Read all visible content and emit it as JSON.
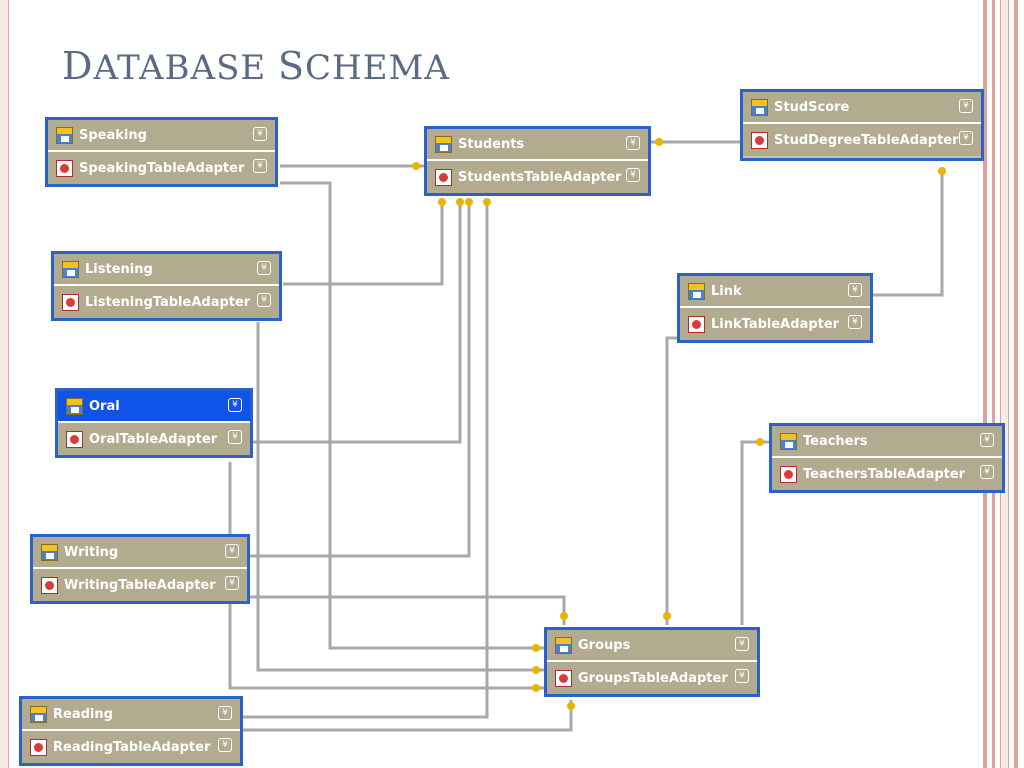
{
  "title": {
    "initial_1": "D",
    "rest_1": "ATABASE ",
    "initial_2": "S",
    "rest_2": "CHEMA"
  },
  "expand_glyph": "¥",
  "tables": [
    {
      "id": "speaking",
      "name": "Speaking",
      "adapter": "SpeakingTableAdapter",
      "selected": false
    },
    {
      "id": "students",
      "name": "Students",
      "adapter": "StudentsTableAdapter",
      "selected": false
    },
    {
      "id": "studscore",
      "name": "StudScore",
      "adapter": "StudDegreeTableAdapter",
      "selected": false
    },
    {
      "id": "listening",
      "name": "Listening",
      "adapter": "ListeningTableAdapter",
      "selected": false
    },
    {
      "id": "link",
      "name": "Link",
      "adapter": "LinkTableAdapter",
      "selected": false
    },
    {
      "id": "oral",
      "name": "Oral",
      "adapter": "OralTableAdapter",
      "selected": true
    },
    {
      "id": "teachers",
      "name": "Teachers",
      "adapter": "TeachersTableAdapter",
      "selected": false
    },
    {
      "id": "writing",
      "name": "Writing",
      "adapter": "WritingTableAdapter",
      "selected": false
    },
    {
      "id": "groups",
      "name": "Groups",
      "adapter": "GroupsTableAdapter",
      "selected": false
    },
    {
      "id": "reading",
      "name": "Reading",
      "adapter": "ReadingTableAdapter",
      "selected": false
    }
  ],
  "colors": {
    "selection": "#0f53e8",
    "table_border": "#2a62c9",
    "header": "#b3ab90",
    "connector": "#a8a8a8",
    "key": "#e8b400"
  }
}
